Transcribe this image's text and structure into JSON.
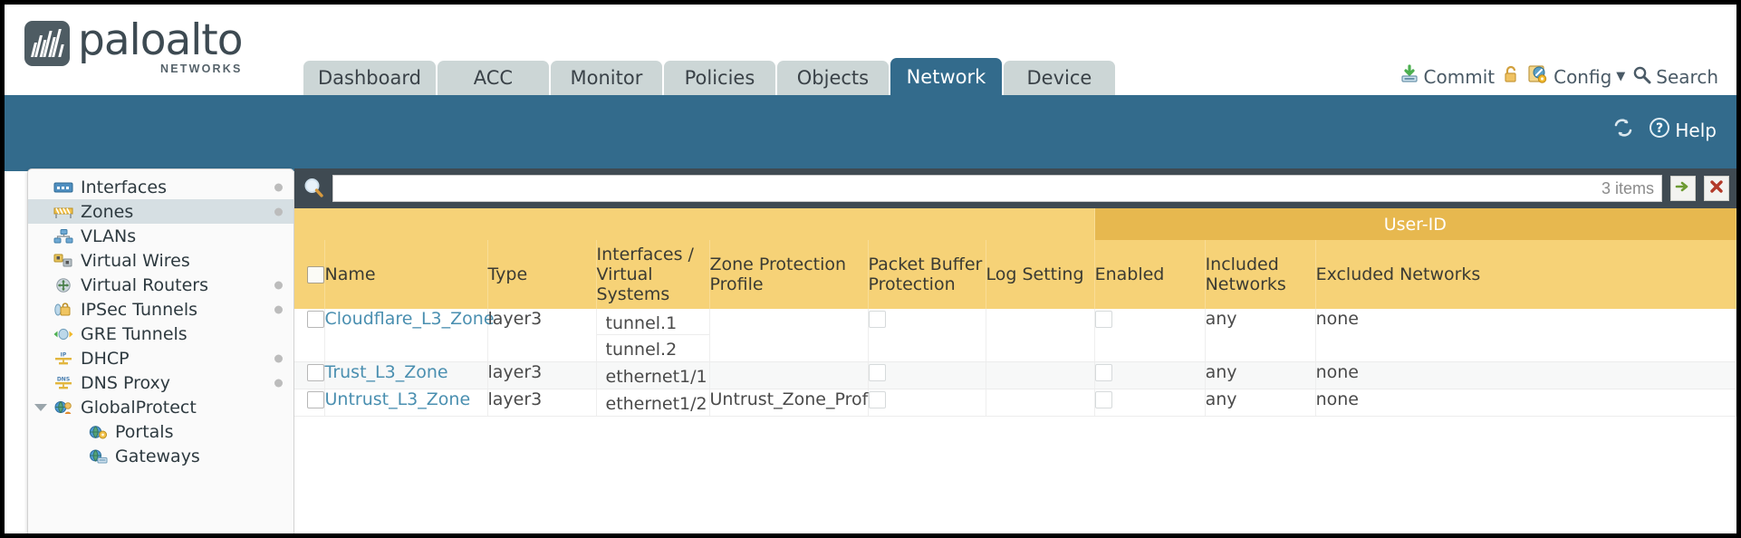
{
  "brand": {
    "name": "paloalto",
    "tagline": "NETWORKS",
    "registered": "®",
    "logo_icon": "paloalto-logo-icon"
  },
  "nav": {
    "tabs": [
      {
        "label": "Dashboard",
        "active": false
      },
      {
        "label": "ACC",
        "active": false
      },
      {
        "label": "Monitor",
        "active": false
      },
      {
        "label": "Policies",
        "active": false
      },
      {
        "label": "Objects",
        "active": false
      },
      {
        "label": "Network",
        "active": true
      },
      {
        "label": "Device",
        "active": false
      }
    ]
  },
  "top_actions": {
    "commit": {
      "label": "Commit",
      "icon": "commit-save-icon"
    },
    "lock": {
      "label": "",
      "icon": "padlock-icon"
    },
    "config": {
      "label": "Config",
      "icon": "config-wrench-icon",
      "caret": "▼"
    },
    "search": {
      "label": "Search",
      "icon": "search-magnifier-icon"
    }
  },
  "blue_bar": {
    "refresh": {
      "label": "",
      "icon": "refresh-icon"
    },
    "help": {
      "label": "Help",
      "icon": "help-question-icon"
    }
  },
  "sidebar": {
    "items": [
      {
        "label": "Interfaces",
        "icon": "interfaces-icon",
        "selected": false,
        "dot": true,
        "child": false,
        "caret": false
      },
      {
        "label": "Zones",
        "icon": "zones-icon",
        "selected": true,
        "dot": true,
        "child": false,
        "caret": false
      },
      {
        "label": "VLANs",
        "icon": "vlans-icon",
        "selected": false,
        "dot": false,
        "child": false,
        "caret": false
      },
      {
        "label": "Virtual Wires",
        "icon": "virtual-wires-icon",
        "selected": false,
        "dot": false,
        "child": false,
        "caret": false
      },
      {
        "label": "Virtual Routers",
        "icon": "virtual-routers-icon",
        "selected": false,
        "dot": true,
        "child": false,
        "caret": false
      },
      {
        "label": "IPSec Tunnels",
        "icon": "ipsec-tunnels-icon",
        "selected": false,
        "dot": true,
        "child": false,
        "caret": false
      },
      {
        "label": "GRE Tunnels",
        "icon": "gre-tunnels-icon",
        "selected": false,
        "dot": false,
        "child": false,
        "caret": false
      },
      {
        "label": "DHCP",
        "icon": "dhcp-icon",
        "selected": false,
        "dot": true,
        "child": false,
        "caret": false
      },
      {
        "label": "DNS Proxy",
        "icon": "dns-proxy-icon",
        "selected": false,
        "dot": true,
        "child": false,
        "caret": false
      },
      {
        "label": "GlobalProtect",
        "icon": "globalprotect-icon",
        "selected": false,
        "dot": false,
        "child": false,
        "caret": true
      },
      {
        "label": "Portals",
        "icon": "portals-icon",
        "selected": false,
        "dot": false,
        "child": true,
        "caret": false
      },
      {
        "label": "Gateways",
        "icon": "gateways-icon",
        "selected": false,
        "dot": false,
        "child": true,
        "caret": false
      }
    ]
  },
  "search": {
    "value": "",
    "placeholder": "",
    "items_count": "3 items",
    "apply_icon": "arrow-right-green-icon",
    "clear_icon": "close-x-red-icon",
    "magnifier_icon": "magnifier-icon"
  },
  "table": {
    "group_header": {
      "label": "User-ID",
      "span": 3
    },
    "columns": [
      {
        "key": "select",
        "label": ""
      },
      {
        "key": "name",
        "label": "Name"
      },
      {
        "key": "type",
        "label": "Type"
      },
      {
        "key": "interfaces",
        "label": "Interfaces / Virtual Systems"
      },
      {
        "key": "zone_protection_profile",
        "label": "Zone Protection Profile"
      },
      {
        "key": "packet_buffer_protection",
        "label": "Packet Buffer Protection"
      },
      {
        "key": "log_setting",
        "label": "Log Setting"
      },
      {
        "key": "userid_enabled",
        "label": "Enabled"
      },
      {
        "key": "included_networks",
        "label": "Included Networks"
      },
      {
        "key": "excluded_networks",
        "label": "Excluded Networks"
      }
    ],
    "rows": [
      {
        "selected": false,
        "name": "Cloudflare_L3_Zone",
        "type": "layer3",
        "interfaces": [
          "tunnel.1",
          "tunnel.2"
        ],
        "zone_protection_profile": "",
        "packet_buffer_protection": false,
        "log_setting": "",
        "userid_enabled": false,
        "included_networks": "any",
        "excluded_networks": "none"
      },
      {
        "selected": false,
        "name": "Trust_L3_Zone",
        "type": "layer3",
        "interfaces": [
          "ethernet1/1"
        ],
        "zone_protection_profile": "",
        "packet_buffer_protection": false,
        "log_setting": "",
        "userid_enabled": false,
        "included_networks": "any",
        "excluded_networks": "none"
      },
      {
        "selected": false,
        "name": "Untrust_L3_Zone",
        "type": "layer3",
        "interfaces": [
          "ethernet1/2"
        ],
        "zone_protection_profile": "Untrust_Zone_Prof",
        "packet_buffer_protection": false,
        "log_setting": "",
        "userid_enabled": false,
        "included_networks": "any",
        "excluded_networks": "none"
      }
    ]
  },
  "colors": {
    "brand_blue": "#336b8c",
    "header_amber": "#f6d277",
    "group_amber": "#e7b84f",
    "tab_grey": "#ccd6d6",
    "panel_dark": "#3f4a52",
    "link_blue": "#4a8fb0"
  }
}
